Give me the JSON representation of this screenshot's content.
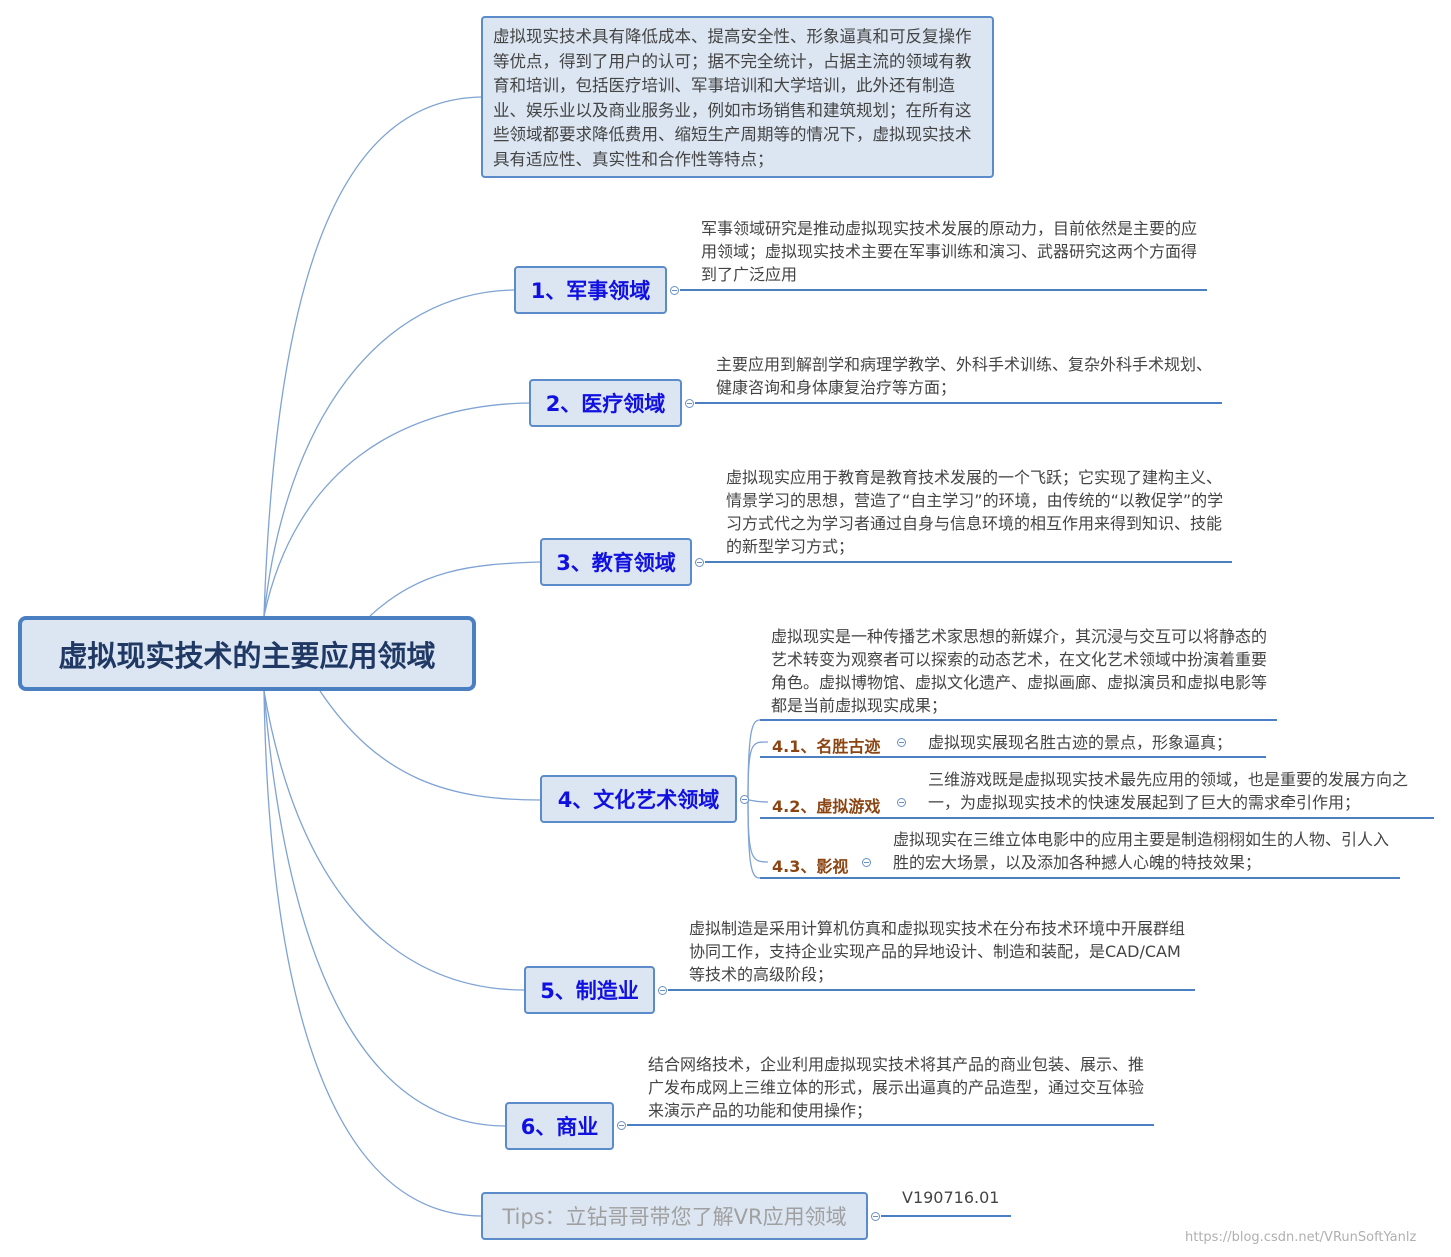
{
  "root": {
    "title": "虚拟现实技术的主要应用领域"
  },
  "overview": "虚拟现实技术具有降低成本、提高安全性、形象逼真和可反复操作等优点，得到了用户的认可；据不完全统计，占据主流的领域有教育和培训，包括医疗培训、军事培训和大学培训，此外还有制造业、娱乐业以及商业服务业，例如市场销售和建筑规划；在所有这些领域都要求降低费用、缩短生产周期等的情况下，虚拟现实技术具有适应性、真实性和合作性等特点；",
  "branches": [
    {
      "label": "1、军事领域",
      "note": "军事领域研究是推动虚拟现实技术发展的原动力，目前依然是主要的应用领域；虚拟现实技术主要在军事训练和演习、武器研究这两个方面得到了广泛应用"
    },
    {
      "label": "2、医疗领域",
      "note": "主要应用到解剖学和病理学教学、外科手术训练、复杂外科手术规划、健康咨询和身体康复治疗等方面；"
    },
    {
      "label": "3、教育领域",
      "note": "虚拟现实应用于教育是教育技术发展的一个飞跃；它实现了建构主义、情景学习的思想，营造了“自主学习”的环境，由传统的“以教促学”的学习方式代之为学习者通过自身与信息环境的相互作用来得到知识、技能的新型学习方式；"
    },
    {
      "label": "4、文化艺术领域",
      "note": "虚拟现实是一种传播艺术家思想的新媒介，其沉浸与交互可以将静态的艺术转变为观察者可以探索的动态艺术，在文化艺术领域中扮演着重要角色。虚拟博物馆、虚拟文化遗产、虚拟画廊、虚拟演员和虚拟电影等都是当前虚拟现实成果；",
      "children": [
        {
          "label": "4.1、名胜古迹",
          "note": "虚拟现实展现名胜古迹的景点，形象逼真；"
        },
        {
          "label": "4.2、虚拟游戏",
          "note": "三维游戏既是虚拟现实技术最先应用的领域，也是重要的发展方向之一，为虚拟现实技术的快速发展起到了巨大的需求牵引作用；"
        },
        {
          "label": "4.3、影视",
          "note": "虚拟现实在三维立体电影中的应用主要是制造栩栩如生的人物、引人入胜的宏大场景，以及添加各种撼人心魄的特技效果；"
        }
      ]
    },
    {
      "label": "5、制造业",
      "note": "虚拟制造是采用计算机仿真和虚拟现实技术在分布技术环境中开展群组协同工作，支持企业实现产品的异地设计、制造和装配，是CAD/CAM等技术的高级阶段；"
    },
    {
      "label": "6、商业",
      "note": "结合网络技术，企业利用虚拟现实技术将其产品的商业包装、展示、推广发布成网上三维立体的形式，展示出逼真的产品造型，通过交互体验来演示产品的功能和使用操作；"
    }
  ],
  "tips": {
    "label": "Tips：立钻哥哥带您了解VR应用领域",
    "note": "V190716.01"
  },
  "watermark": "https://blog.csdn.net/VRunSoftYanlz",
  "colors": {
    "node_fill": "#dce6f2",
    "node_border": "#4a7fc1",
    "branch_text": "#1010e0",
    "sub_text": "#8b4513",
    "edge": "#7fa3d4"
  }
}
